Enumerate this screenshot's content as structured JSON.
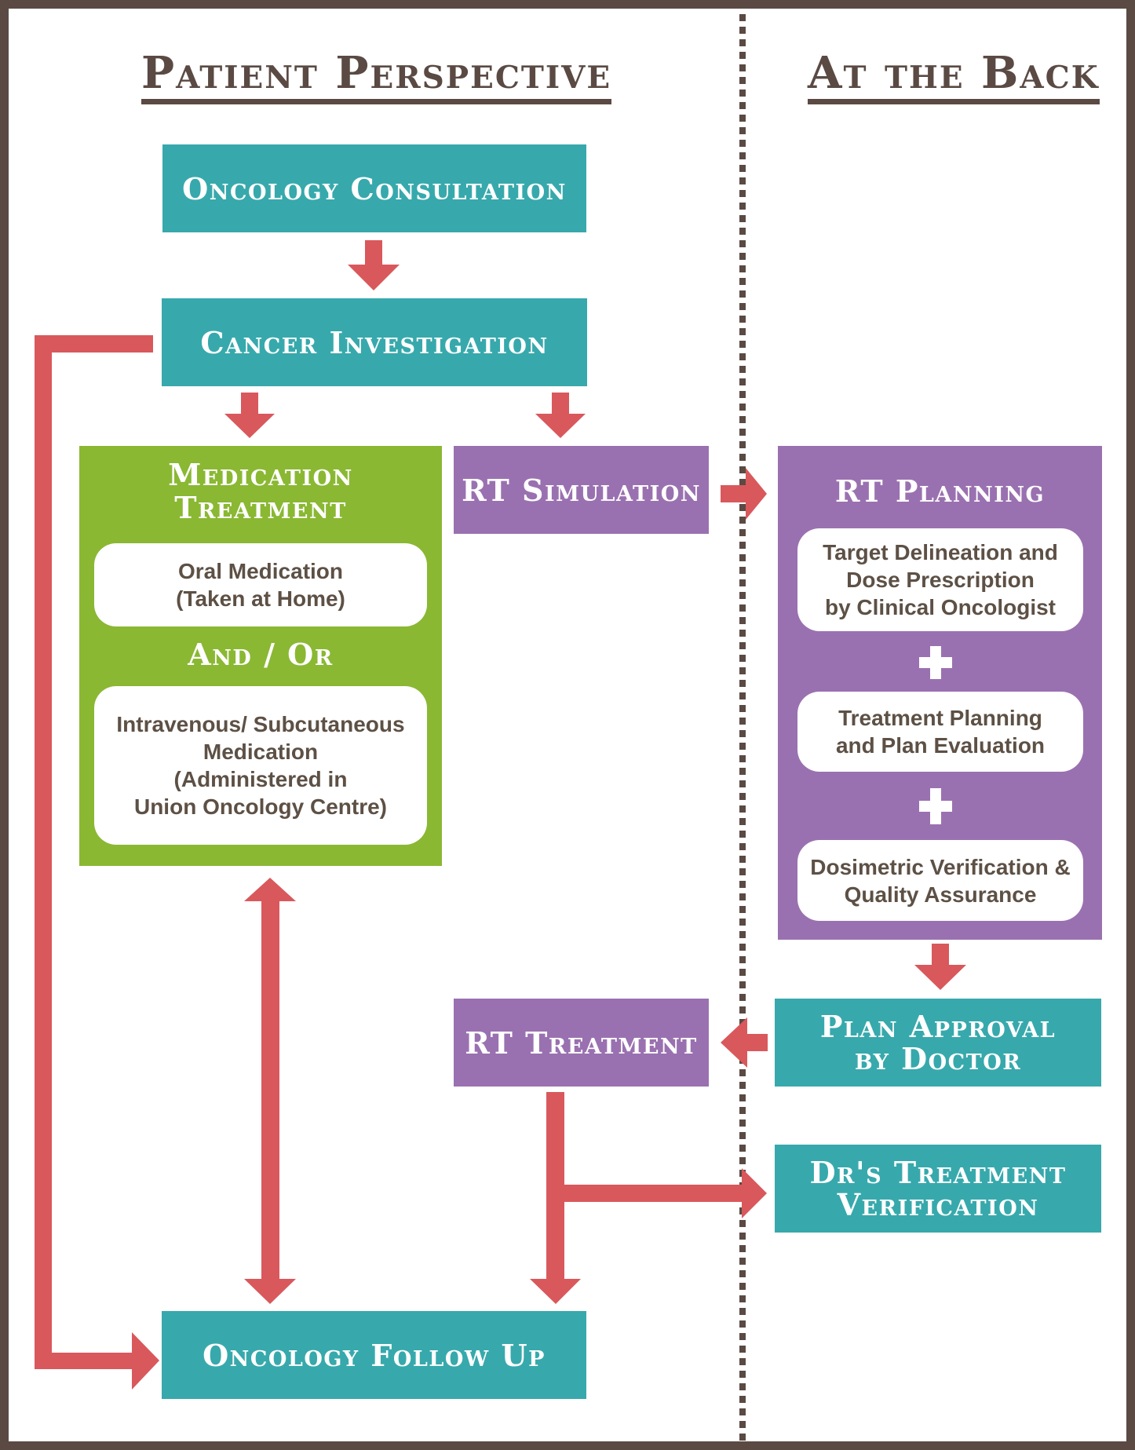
{
  "headings": {
    "patient_perspective": "Patient Perspective",
    "at_the_back": "At the Back"
  },
  "nodes": {
    "oncology_consultation": "Oncology Consultation",
    "cancer_investigation": "Cancer Investigation",
    "medication_treatment": "Medication Treatment",
    "oral_medication": "Oral Medication\n(Taken at Home)",
    "and_or": "And / Or",
    "iv_medication": "Intravenous/ Subcutaneous\nMedication\n(Administered in\nUnion Oncology Centre)",
    "rt_simulation": "RT Simulation",
    "rt_planning": "RT Planning",
    "target_delineation": "Target Delineation and\nDose Prescription\nby Clinical Oncologist",
    "treatment_planning": "Treatment Planning\nand Plan Evaluation",
    "dosimetric_verification": "Dosimetric Verification &\nQuality Assurance",
    "plan_approval": "Plan Approval\nby Doctor",
    "rt_treatment": "RT Treatment",
    "dr_treatment_verification": "Dr's Treatment\nVerification",
    "oncology_follow_up": "Oncology Follow Up"
  },
  "colors": {
    "teal": "#37a9ac",
    "purple": "#9a71b0",
    "green": "#8ab833",
    "arrow": "#d9585c",
    "brown": "#5a4a43"
  }
}
